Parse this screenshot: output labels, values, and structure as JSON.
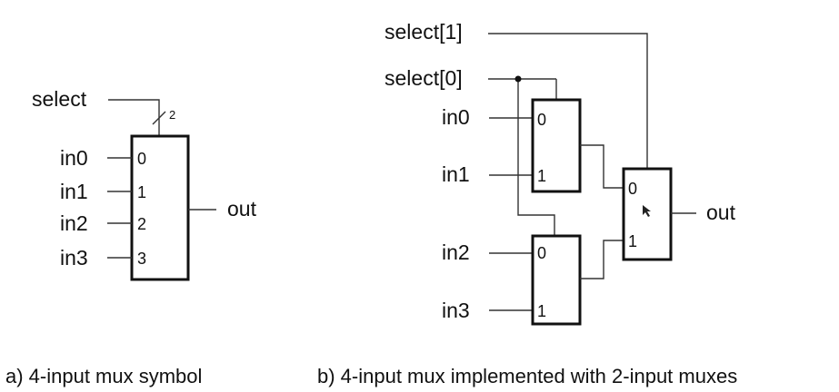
{
  "panel_a": {
    "select_label": "select",
    "bus_width": "2",
    "inputs": [
      "in0",
      "in1",
      "in2",
      "in3"
    ],
    "pins": [
      "0",
      "1",
      "2",
      "3"
    ],
    "output": "out",
    "caption": "a) 4-input mux symbol"
  },
  "panel_b": {
    "select1_label": "select[1]",
    "select0_label": "select[0]",
    "inputs": [
      "in0",
      "in1",
      "in2",
      "in3"
    ],
    "mux_pins": [
      "0",
      "1"
    ],
    "output": "out",
    "caption": "b) 4-input mux implemented with 2-input muxes"
  },
  "colors": {
    "ink": "#111111",
    "wire": "#333333",
    "background": "#ffffff"
  },
  "icons": [
    "mouse-cursor-icon"
  ]
}
